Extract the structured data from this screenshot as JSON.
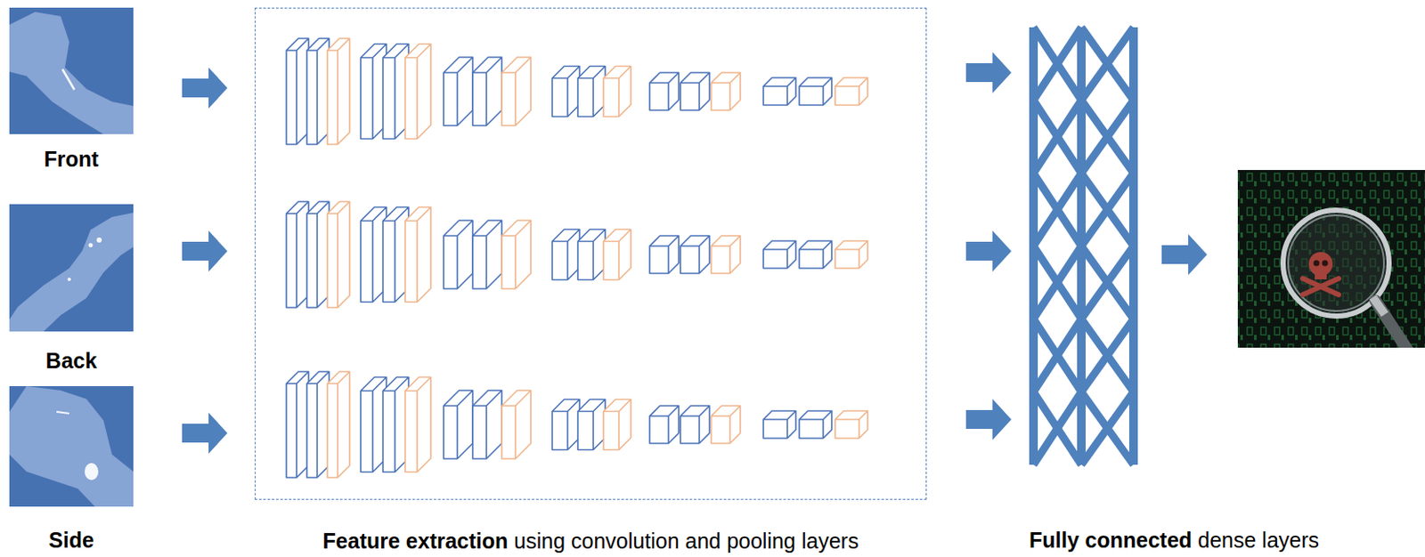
{
  "diagram": {
    "nodes": [
      {
        "text": [
          "Front"
        ]
      },
      {
        "text": [
          "Back"
        ]
      },
      {
        "text": [
          "Side"
        ]
      },
      {
        "text": [
          "Feature extraction",
          "using convolution and pooling layers"
        ]
      },
      {
        "text": [
          "Fully connected",
          "dense layers"
        ]
      }
    ],
    "edges": [
      {
        "from": 0,
        "to": 3,
        "arrow": "to"
      },
      {
        "from": 1,
        "to": 3,
        "arrow": "to"
      },
      {
        "from": 2,
        "to": 3,
        "arrow": "to"
      },
      {
        "from": 3,
        "to": 4,
        "arrow": "to"
      },
      {
        "from": 3,
        "to": 4,
        "arrow": "to"
      },
      {
        "from": 3,
        "to": 4,
        "arrow": "to"
      }
    ]
  }
}
